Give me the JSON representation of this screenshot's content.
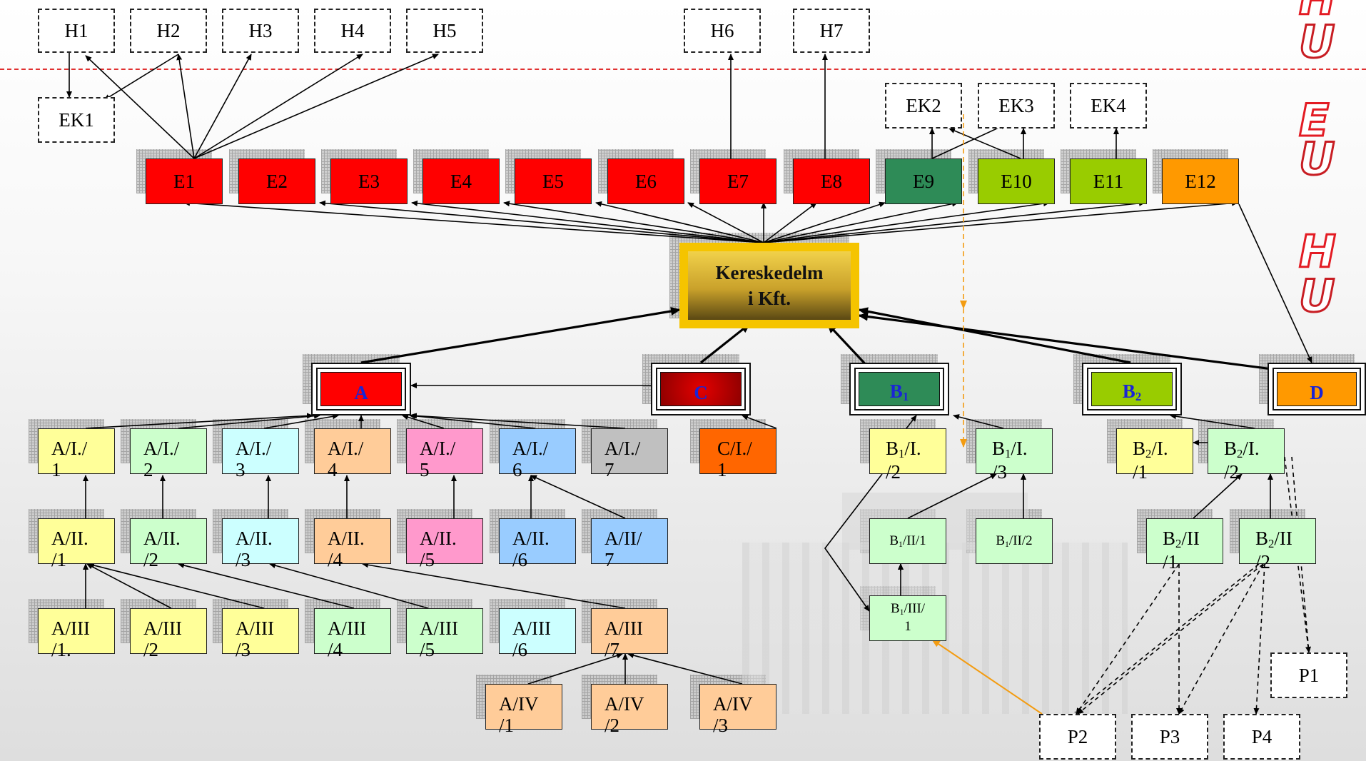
{
  "colors": {
    "red": "#ff0000",
    "dark_green": "#2e8b57",
    "lime": "#99cc00",
    "orange": "#ff9900",
    "yellow": "#ffff99",
    "mint": "#ccffcc",
    "light_cyan": "#ccffff",
    "peach": "#ffcc99",
    "pink": "#ff99cc",
    "light_blue": "#99ccff",
    "grey": "#c0c0c0",
    "deep_orange": "#ff6600",
    "hub_gold": "#f5c400",
    "label_blue": "#1a24d6",
    "separator_red": "#e03030",
    "link_orange": "#f39c12"
  },
  "logos": [
    "H",
    "U",
    "E",
    "U",
    "H",
    "U"
  ],
  "nodes": {
    "H1": "H1",
    "H2": "H2",
    "H3": "H3",
    "H4": "H4",
    "H5": "H5",
    "H6": "H6",
    "H7": "H7",
    "EK1": "EK1",
    "EK2": "EK2",
    "EK3": "EK3",
    "EK4": "EK4",
    "E1": "E1",
    "E2": "E2",
    "E3": "E3",
    "E4": "E4",
    "E5": "E5",
    "E6": "E6",
    "E7": "E7",
    "E8": "E8",
    "E9": "E9",
    "E10": "E10",
    "E11": "E11",
    "E12": "E12",
    "hub": "Kereskedelm\ni Kft.",
    "A": "A",
    "C": "C",
    "B1": "B1",
    "B2": "B2",
    "D": "D",
    "AI1": "A/I./\n1",
    "AI2": "A/I./\n2",
    "AI3": "A/I./\n3",
    "AI4": "A/I./\n4",
    "AI5": "A/I./\n5",
    "AI6": "A/I./\n6",
    "AI7": "A/I./\n7",
    "CI1": "C/I./\n1",
    "B1I2": "B1/I.\n/2",
    "B1I3": "B1/I.\n/3",
    "B2I1": "B2/I.\n/1",
    "B2I2": "B2/I.\n/2",
    "AII1": "A/II.\n/1",
    "AII2": "A/II.\n/2",
    "AII3": "A/II.\n/3",
    "AII4": "A/II.\n/4",
    "AII5": "A/II.\n/5",
    "AII6": "A/II.\n/6",
    "AII7": "A/II/\n7",
    "B1II1": "B1/II/1",
    "B1II2": "B1/II/2",
    "B2II1": "B2/II\n/1",
    "B2II2": "B2/II\n/2",
    "AIII1": "A/III\n/1.",
    "AIII2": "A/III\n/2",
    "AIII3": "A/III\n/3",
    "AIII4": "A/III\n/4",
    "AIII5": "A/III\n/5",
    "AIII6": "A/III\n/6",
    "AIII7": "A/III\n/7",
    "B1III1": "B1/III/\n1",
    "AIV1": "A/IV\n/1",
    "AIV2": "A/IV\n/2",
    "AIV3": "A/IV\n/3",
    "P1": "P1",
    "P2": "P2",
    "P3": "P3",
    "P4": "P4"
  }
}
